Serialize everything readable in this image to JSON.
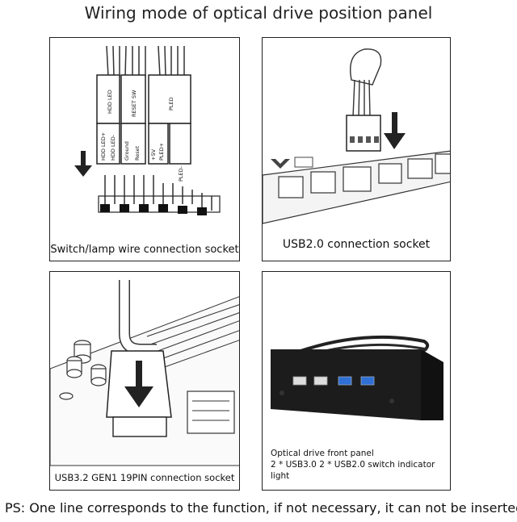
{
  "title": "Wiring mode of optical drive position panel",
  "panels": [
    {
      "caption": "Switch/lamp wire connection socket",
      "pin_labels": [
        "HDD LED",
        "RESET SW",
        "PLED",
        "HDD LED+",
        "HDD LED-",
        "Ground",
        "Reset",
        "+5V",
        "PLED+",
        "PLED-"
      ]
    },
    {
      "caption": "USB2.0 connection socket"
    },
    {
      "caption": "USB3.2 GEN1 19PIN connection socket"
    },
    {
      "caption_line1": "Optical drive front panel",
      "caption_line2": "2 * USB3.0 2 * USB2.0 switch indicator light"
    }
  ],
  "footnote": "PS: One line corresponds to the function, if not necessary, it can not be inserted.",
  "colors": {
    "usb3_blue": "#2f6fd6",
    "panel_black": "#1c1c1c"
  }
}
